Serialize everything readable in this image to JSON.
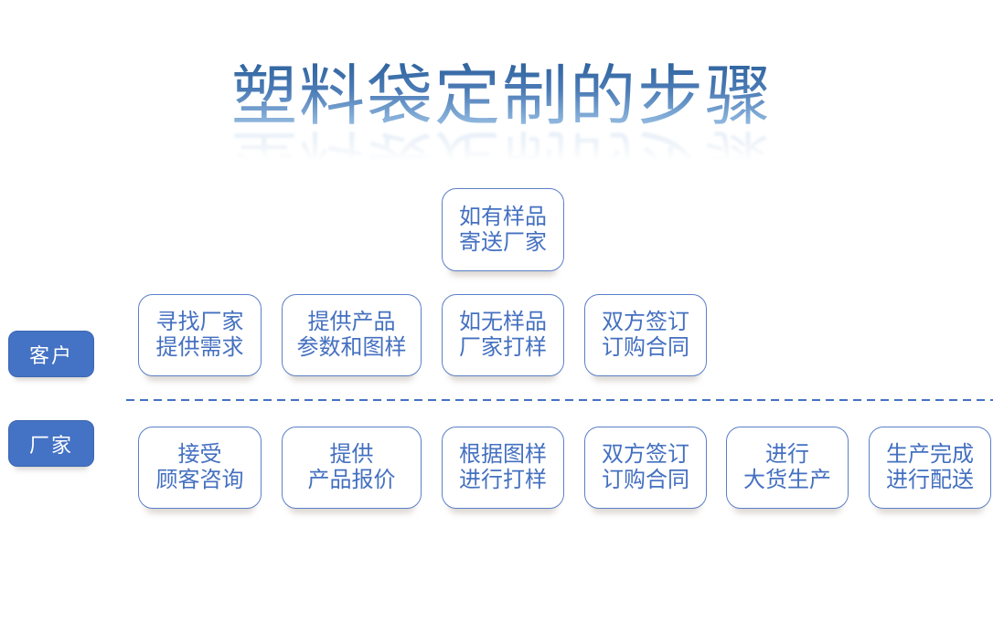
{
  "title": "塑料袋定制的步骤",
  "colors": {
    "accent_blue": "#4472C4",
    "box_border": "#5B7FC7",
    "box_text": "#4470C0",
    "label_bg": "#4472C4",
    "label_text": "#FFFFFF",
    "divider": "#4472C4",
    "title_gradient_top": "#2E639E",
    "title_gradient_bottom": "#A9CAE9",
    "background": "#FFFFFF"
  },
  "flow": {
    "optional_step": "如有样品\n寄送厂家",
    "customer": {
      "label": "客户",
      "steps": [
        "寻找厂家\n提供需求",
        "提供产品\n参数和图样",
        "如无样品\n厂家打样",
        "双方签订\n订购合同"
      ]
    },
    "factory": {
      "label": "厂家",
      "steps": [
        "接受\n顾客咨询",
        "提供\n产品报价",
        "根据图样\n进行打样",
        "双方签订\n订购合同",
        "进行\n大货生产",
        "生产完成\n进行配送"
      ]
    }
  }
}
